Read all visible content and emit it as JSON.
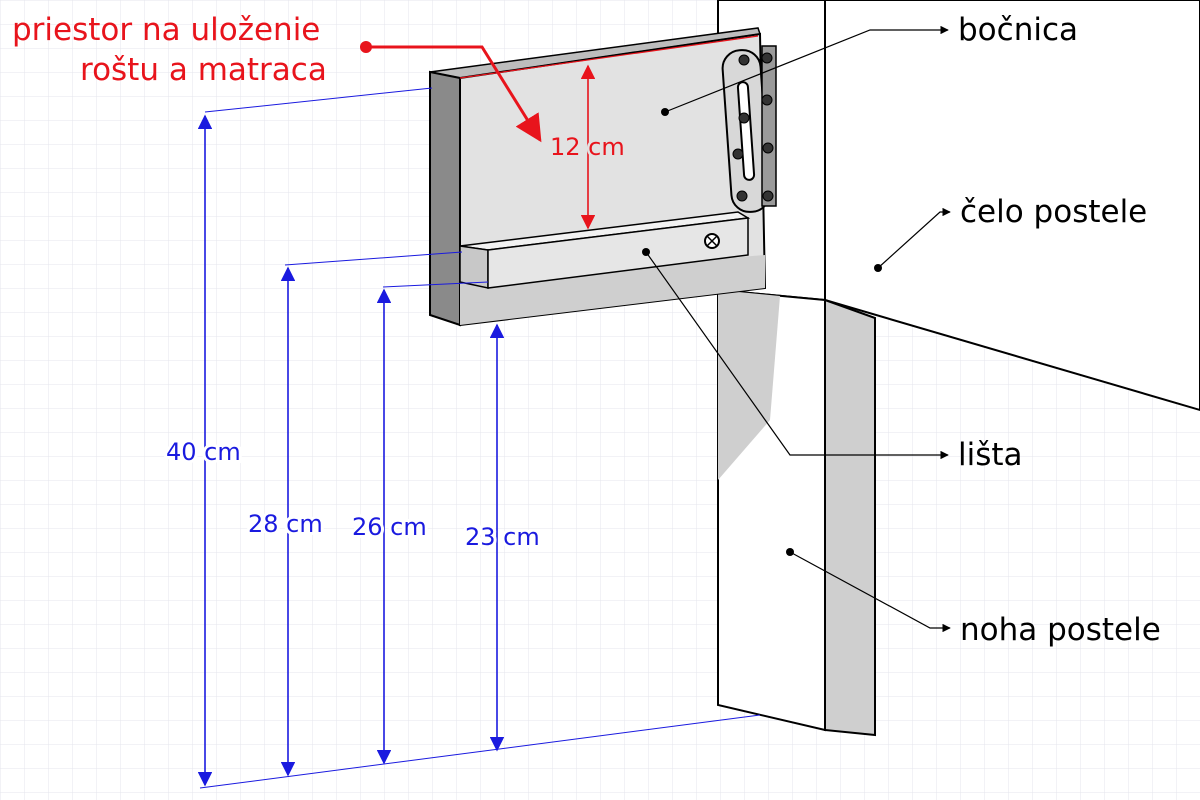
{
  "labels": {
    "space_line1": "priestor na uloženie",
    "space_line2": "roštu a matraca",
    "bocnica": "bočnica",
    "celo": "čelo postele",
    "lista": "lišta",
    "noha": "noha postele"
  },
  "dimensions": {
    "d12": "12 cm",
    "d40": "40 cm",
    "d28": "28 cm",
    "d26": "26 cm",
    "d23": "23 cm"
  },
  "colors": {
    "grid": "#dcdde6",
    "dimension": "#1a1adf",
    "highlight": "#e8141c",
    "callout": "#000000",
    "panel_face": "#e2e2e2",
    "panel_side": "#8a8a8a"
  }
}
